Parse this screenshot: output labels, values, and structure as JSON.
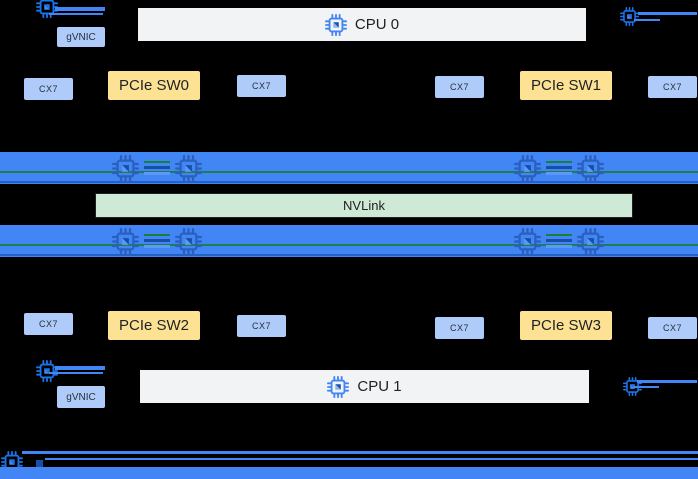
{
  "diagram_name": "gpu-server-topology",
  "colors": {
    "background": "#000000",
    "gpu_bar_blue": "#4285f4",
    "nic_box_blue": "#aecbfa",
    "pcie_box_yellow": "#fde293",
    "cpu_box_gray": "#f1f3f4",
    "nvlink_box_green": "#ceead6",
    "green_link_line": "#188038",
    "accent_blue": "#1a73e8",
    "text_dark": "#202124"
  },
  "cpus": [
    {
      "label": "CPU 0"
    },
    {
      "label": "CPU 1"
    }
  ],
  "nvlink": {
    "label": "NVLink"
  },
  "pcie_switches": [
    {
      "label": "PCIe SW0"
    },
    {
      "label": "PCIe SW1"
    },
    {
      "label": "PCIe SW2"
    },
    {
      "label": "PCIe SW3"
    }
  ],
  "cx7_nics": [
    {
      "label": "CX7"
    },
    {
      "label": "CX7"
    },
    {
      "label": "CX7"
    },
    {
      "label": "CX7"
    },
    {
      "label": "CX7"
    },
    {
      "label": "CX7"
    },
    {
      "label": "CX7"
    },
    {
      "label": "CX7"
    }
  ],
  "gvnics": [
    {
      "label": "gVNIC"
    },
    {
      "label": "gVNIC"
    }
  ],
  "icons": {
    "cpu_chip": "cpu-chip-icon",
    "gpu_chip": "gpu-chip-icon",
    "nic_link": "nic-link-icon"
  }
}
